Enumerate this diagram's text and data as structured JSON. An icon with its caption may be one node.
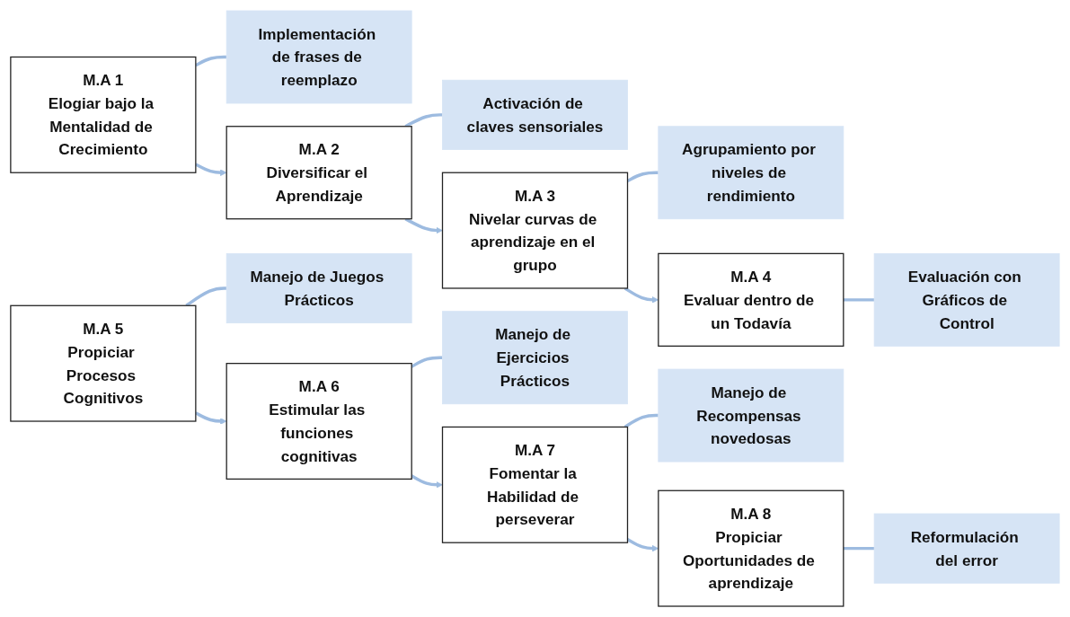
{
  "diagram": {
    "nodes": [
      {
        "text": [
          "M.A 1",
          "Elogiar bajo la Mentalidad de Crecimiento"
        ]
      },
      {
        "text": [
          "Implementación de frases de reemplazo"
        ]
      },
      {
        "text": [
          "M.A 2",
          "Diversificar el Aprendizaje"
        ]
      },
      {
        "text": [
          "Activación de claves sensoriales"
        ]
      },
      {
        "text": [
          "M.A 3",
          "Nivelar curvas de aprendizaje en el grupo"
        ]
      },
      {
        "text": [
          "Agrupamiento por niveles de rendimiento"
        ]
      },
      {
        "text": [
          "M.A 4",
          "Evaluar dentro de un Todavía"
        ]
      },
      {
        "text": [
          "Evaluación con Gráficos de Control"
        ]
      },
      {
        "text": [
          "M.A 5",
          "Propiciar Procesos Cognitivos"
        ]
      },
      {
        "text": [
          "Manejo de Juegos Prácticos"
        ]
      },
      {
        "text": [
          "M.A 6",
          "Estimular las funciones cognitivas"
        ]
      },
      {
        "text": [
          "Manejo de Ejercicios Prácticos"
        ]
      },
      {
        "text": [
          "M.A 7",
          "Fomentar la Habilidad de perseverar"
        ]
      },
      {
        "text": [
          "Manejo de Recompensas novedosas"
        ]
      },
      {
        "text": [
          "M.A 8",
          "Propiciar Oportunidades de aprendizaje"
        ]
      },
      {
        "text": [
          "Reformulación del error"
        ]
      }
    ],
    "edges": [
      {
        "from": 0,
        "to": 1,
        "arrow": "none"
      },
      {
        "from": 0,
        "to": 2,
        "arrow": "to"
      },
      {
        "from": 2,
        "to": 3,
        "arrow": "none"
      },
      {
        "from": 2,
        "to": 4,
        "arrow": "to"
      },
      {
        "from": 4,
        "to": 5,
        "arrow": "none"
      },
      {
        "from": 4,
        "to": 6,
        "arrow": "to"
      },
      {
        "from": 6,
        "to": 7,
        "arrow": "none"
      },
      {
        "from": 8,
        "to": 9,
        "arrow": "none"
      },
      {
        "from": 8,
        "to": 10,
        "arrow": "to"
      },
      {
        "from": 10,
        "to": 11,
        "arrow": "none"
      },
      {
        "from": 10,
        "to": 12,
        "arrow": "to"
      },
      {
        "from": 12,
        "to": 13,
        "arrow": "none"
      },
      {
        "from": 12,
        "to": 14,
        "arrow": "to"
      },
      {
        "from": 14,
        "to": 15,
        "arrow": "none"
      }
    ]
  }
}
